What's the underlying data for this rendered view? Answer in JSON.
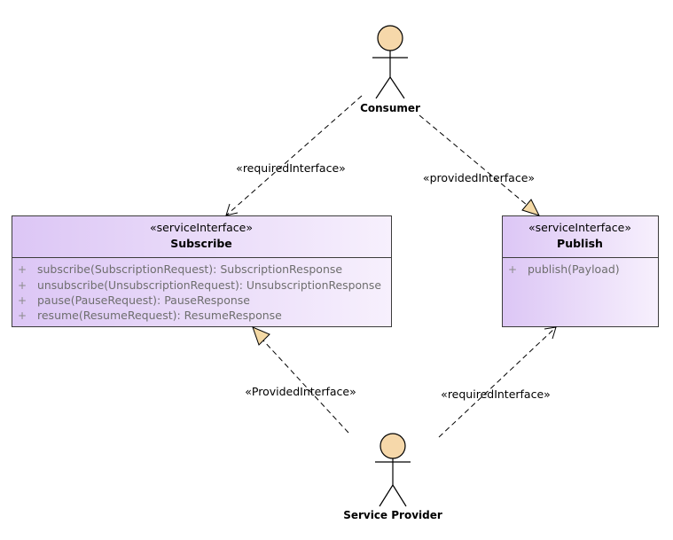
{
  "actors": {
    "consumer": {
      "name": "Consumer"
    },
    "provider": {
      "name": "Service Provider"
    }
  },
  "classes": {
    "subscribe": {
      "stereotype": "«serviceInterface»",
      "name": "Subscribe",
      "operations": [
        {
          "visibility": "+",
          "text": "subscribe(SubscriptionRequest): SubscriptionResponse"
        },
        {
          "visibility": "+",
          "text": "unsubscribe(UnsubscriptionRequest): UnsubscriptionResponse"
        },
        {
          "visibility": "+",
          "text": "pause(PauseRequest): PauseResponse"
        },
        {
          "visibility": "+",
          "text": "resume(ResumeRequest): ResumeResponse"
        }
      ]
    },
    "publish": {
      "stereotype": "«serviceInterface»",
      "name": "Publish",
      "operations": [
        {
          "visibility": "+",
          "text": "publish(Payload)"
        }
      ]
    }
  },
  "connectors": {
    "consumer_subscribe": "«requiredInterface»",
    "consumer_publish": "«providedInterface»",
    "provider_subscribe": "«ProvidedInterface»",
    "provider_publish": "«requiredInterface»"
  },
  "colors": {
    "class_fill_start": "#dcc6f5",
    "class_fill_end": "#f7f0fd",
    "class_border": "#3c3c3c",
    "actor_head": "#f6d8aa",
    "realization_arrow": "#f4d9a5"
  }
}
